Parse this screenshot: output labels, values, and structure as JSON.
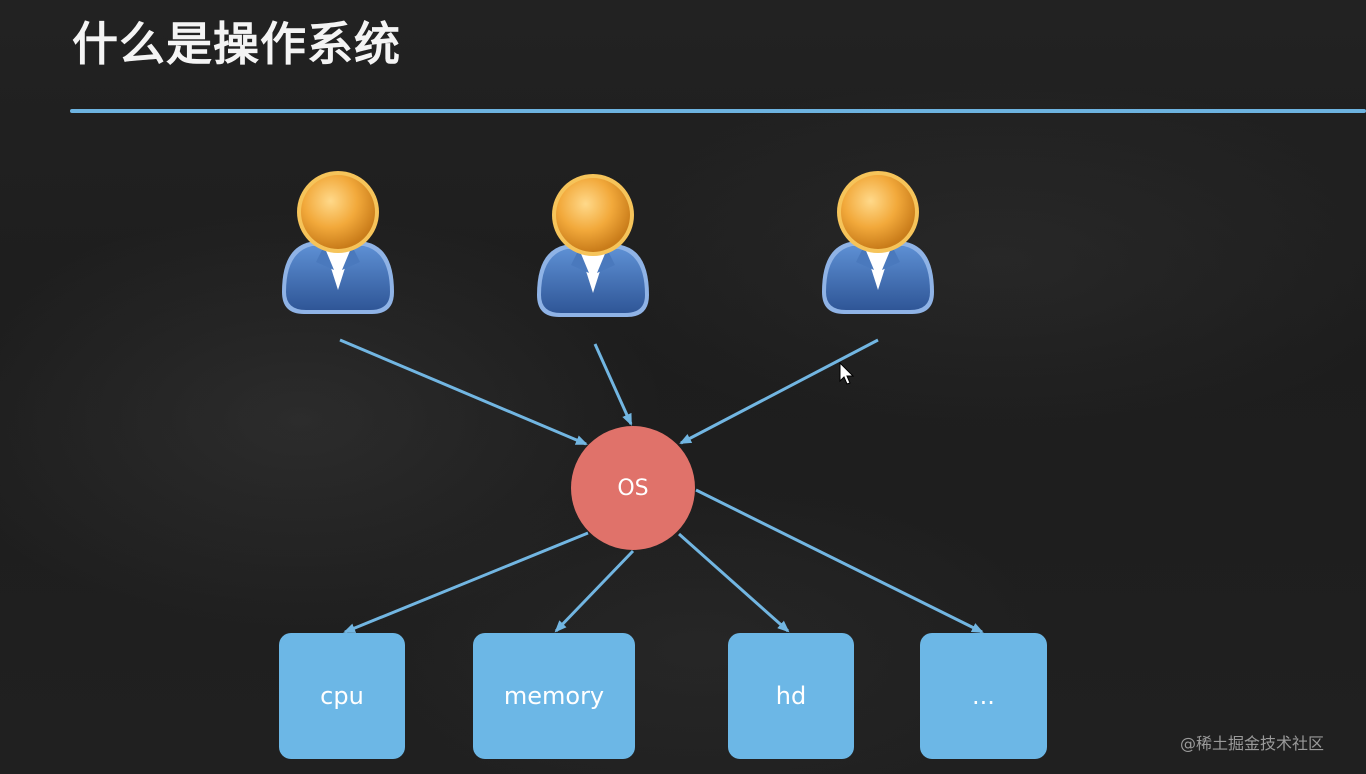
{
  "title": "什么是操作系统",
  "colors": {
    "accent_line": "#6db3e0",
    "os_node": "#e0726a",
    "resource_box": "#6cb7e6",
    "arrow": "#72b6e2",
    "user_head": "#f2a93b",
    "user_body": "#3f6fb5"
  },
  "users": [
    {
      "icon": "user-icon"
    },
    {
      "icon": "user-icon"
    },
    {
      "icon": "user-icon"
    }
  ],
  "os": {
    "label": "OS"
  },
  "resources": [
    {
      "label": "cpu"
    },
    {
      "label": "memory"
    },
    {
      "label": "hd"
    },
    {
      "label": "..."
    }
  ],
  "watermark": "@稀土掘金技术社区"
}
